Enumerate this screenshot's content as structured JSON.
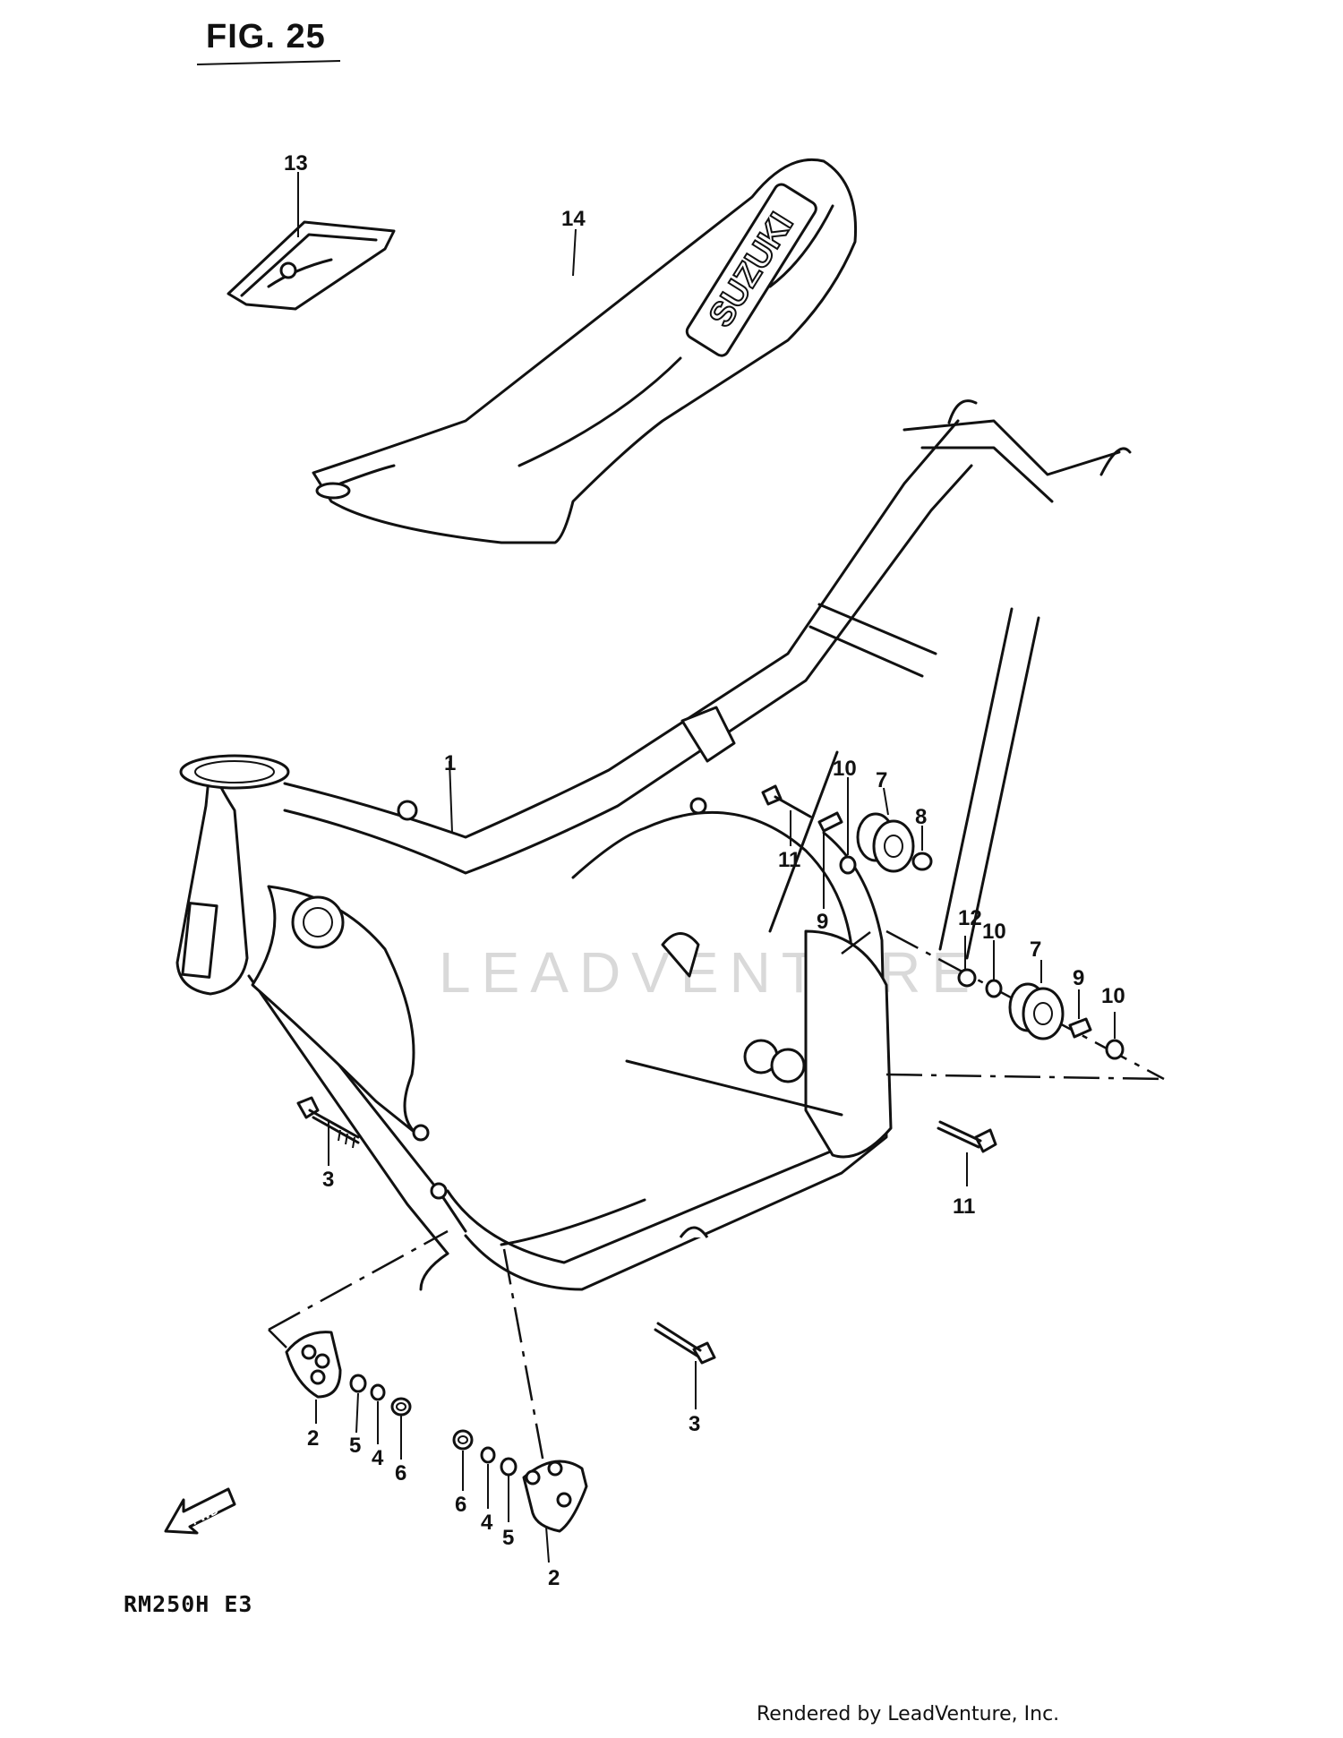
{
  "figure": {
    "title": "FIG. 25"
  },
  "model": "RM250H E3",
  "credit": "Rendered by LeadVenture, Inc.",
  "watermark": "LEADVENTURE",
  "seat_logo": "SUZUKI",
  "fwd_label": "FWD",
  "callouts": {
    "p1": "1",
    "p2a": "2",
    "p2b": "2",
    "p3a": "3",
    "p3b": "3",
    "p4a": "4",
    "p4b": "4",
    "p5a": "5",
    "p5b": "5",
    "p6a": "6",
    "p6b": "6",
    "p7a": "7",
    "p7b": "7",
    "p8": "8",
    "p9a": "9",
    "p9b": "9",
    "p10a": "10",
    "p10b": "10",
    "p10c": "10",
    "p11a": "11",
    "p11b": "11",
    "p12": "12",
    "p13": "13",
    "p14": "14"
  }
}
